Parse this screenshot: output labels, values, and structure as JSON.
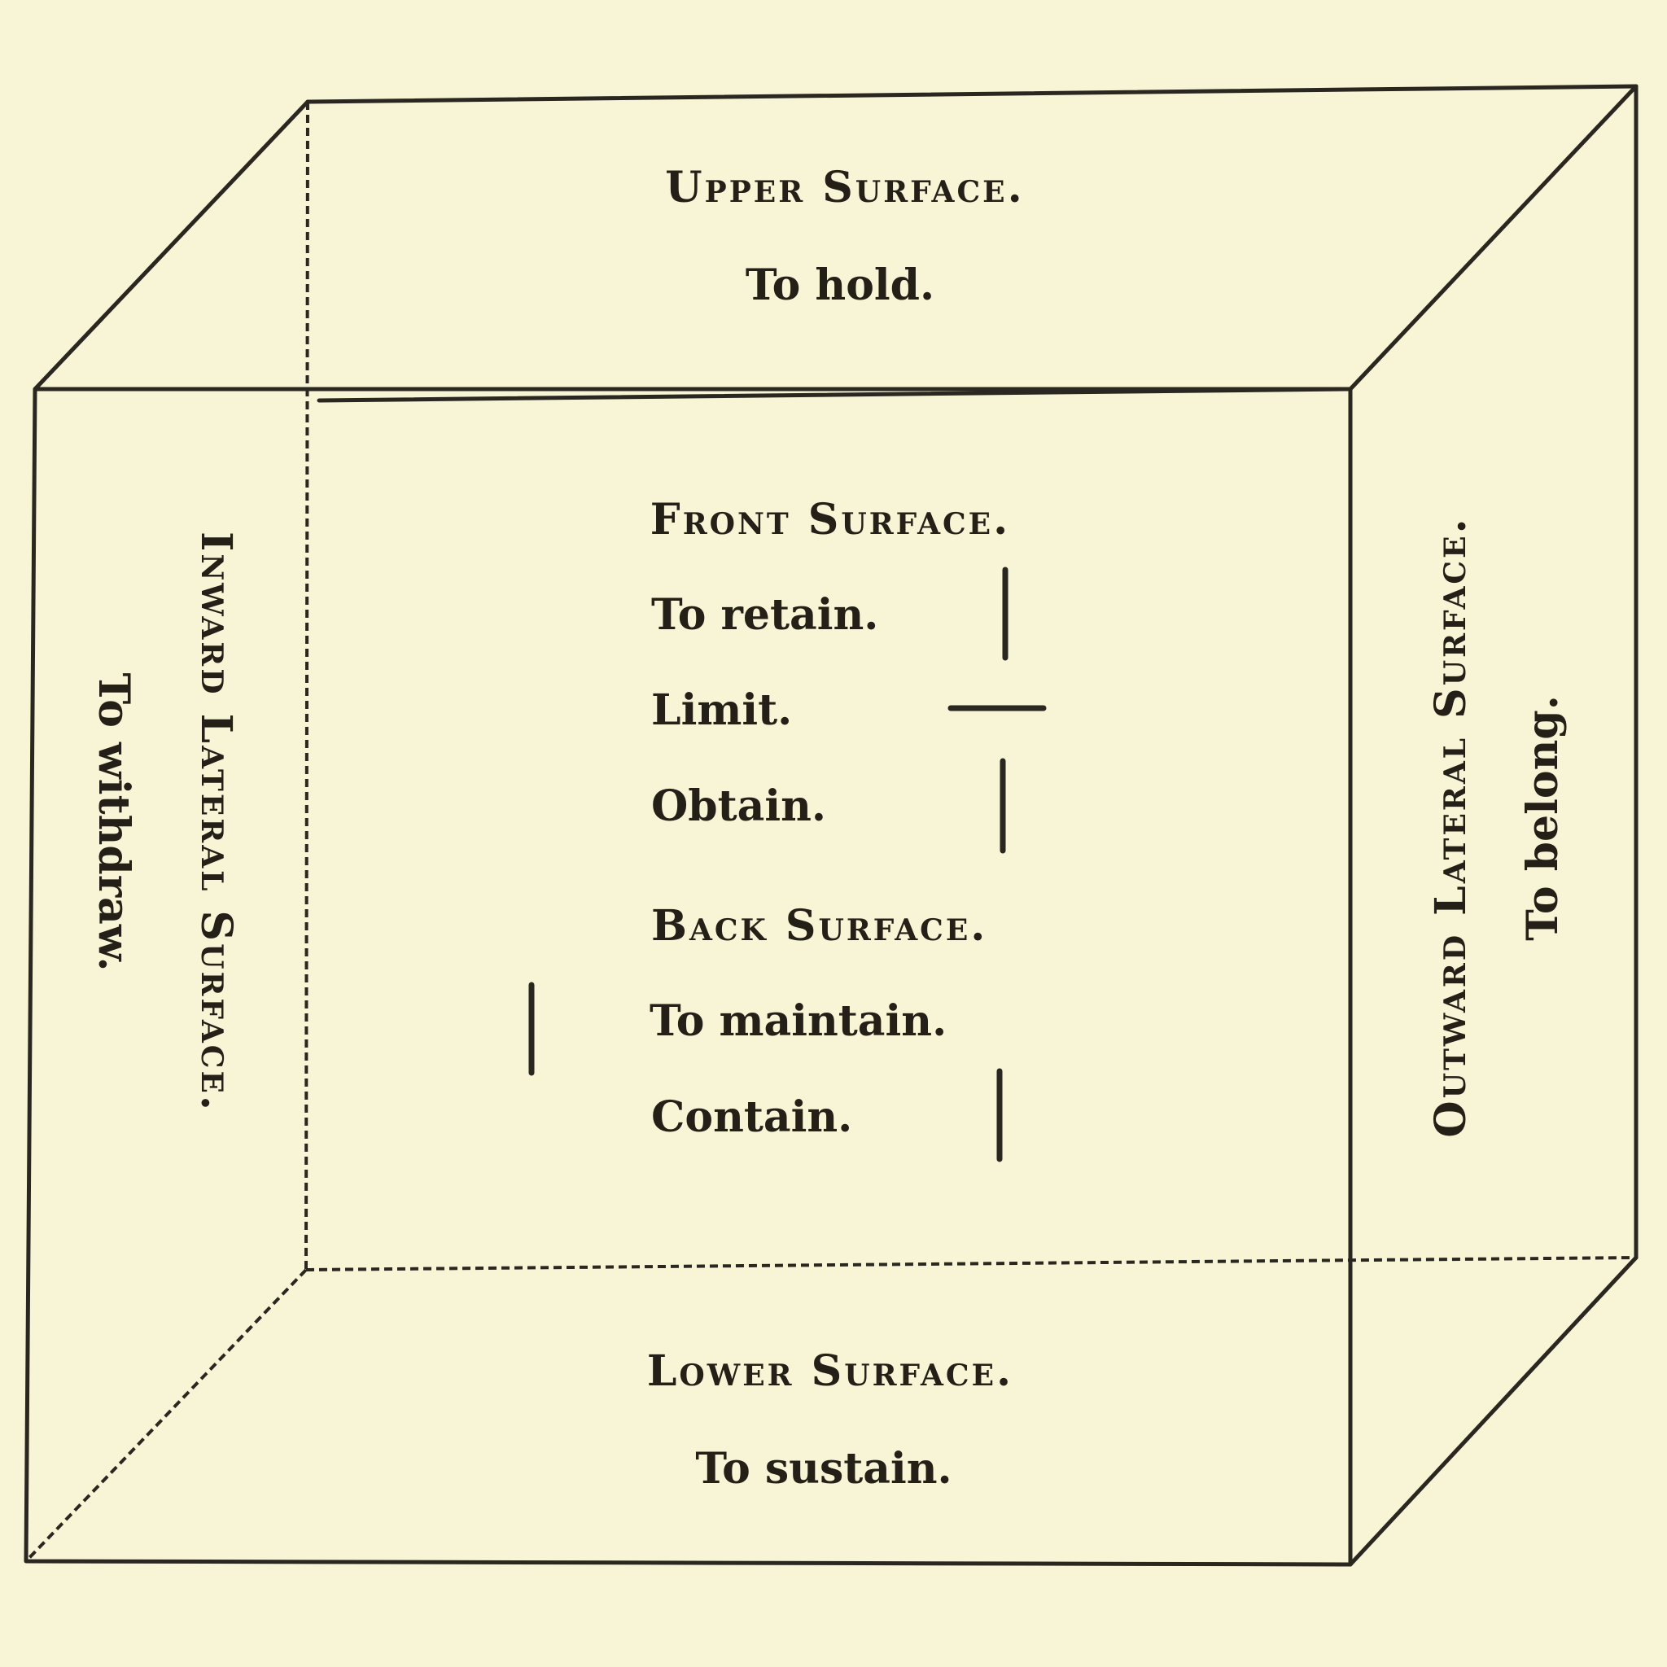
{
  "diagram": {
    "upper_surface": {
      "heading": "Upper Surface.",
      "word": "To hold."
    },
    "front_surface": {
      "heading": "Front Surface.",
      "words": [
        "To retain.",
        "Limit.",
        "Obtain."
      ]
    },
    "back_surface": {
      "heading": "Back Surface.",
      "words": [
        "To maintain.",
        "Contain."
      ]
    },
    "lower_surface": {
      "heading": "Lower Surface.",
      "word": "To sustain."
    },
    "inward_lateral_surface": {
      "heading": "Inward Lateral Surface.",
      "word": "To withdraw."
    },
    "outward_lateral_surface": {
      "heading": "Outward Lateral Surface.",
      "word": "To belong."
    }
  }
}
